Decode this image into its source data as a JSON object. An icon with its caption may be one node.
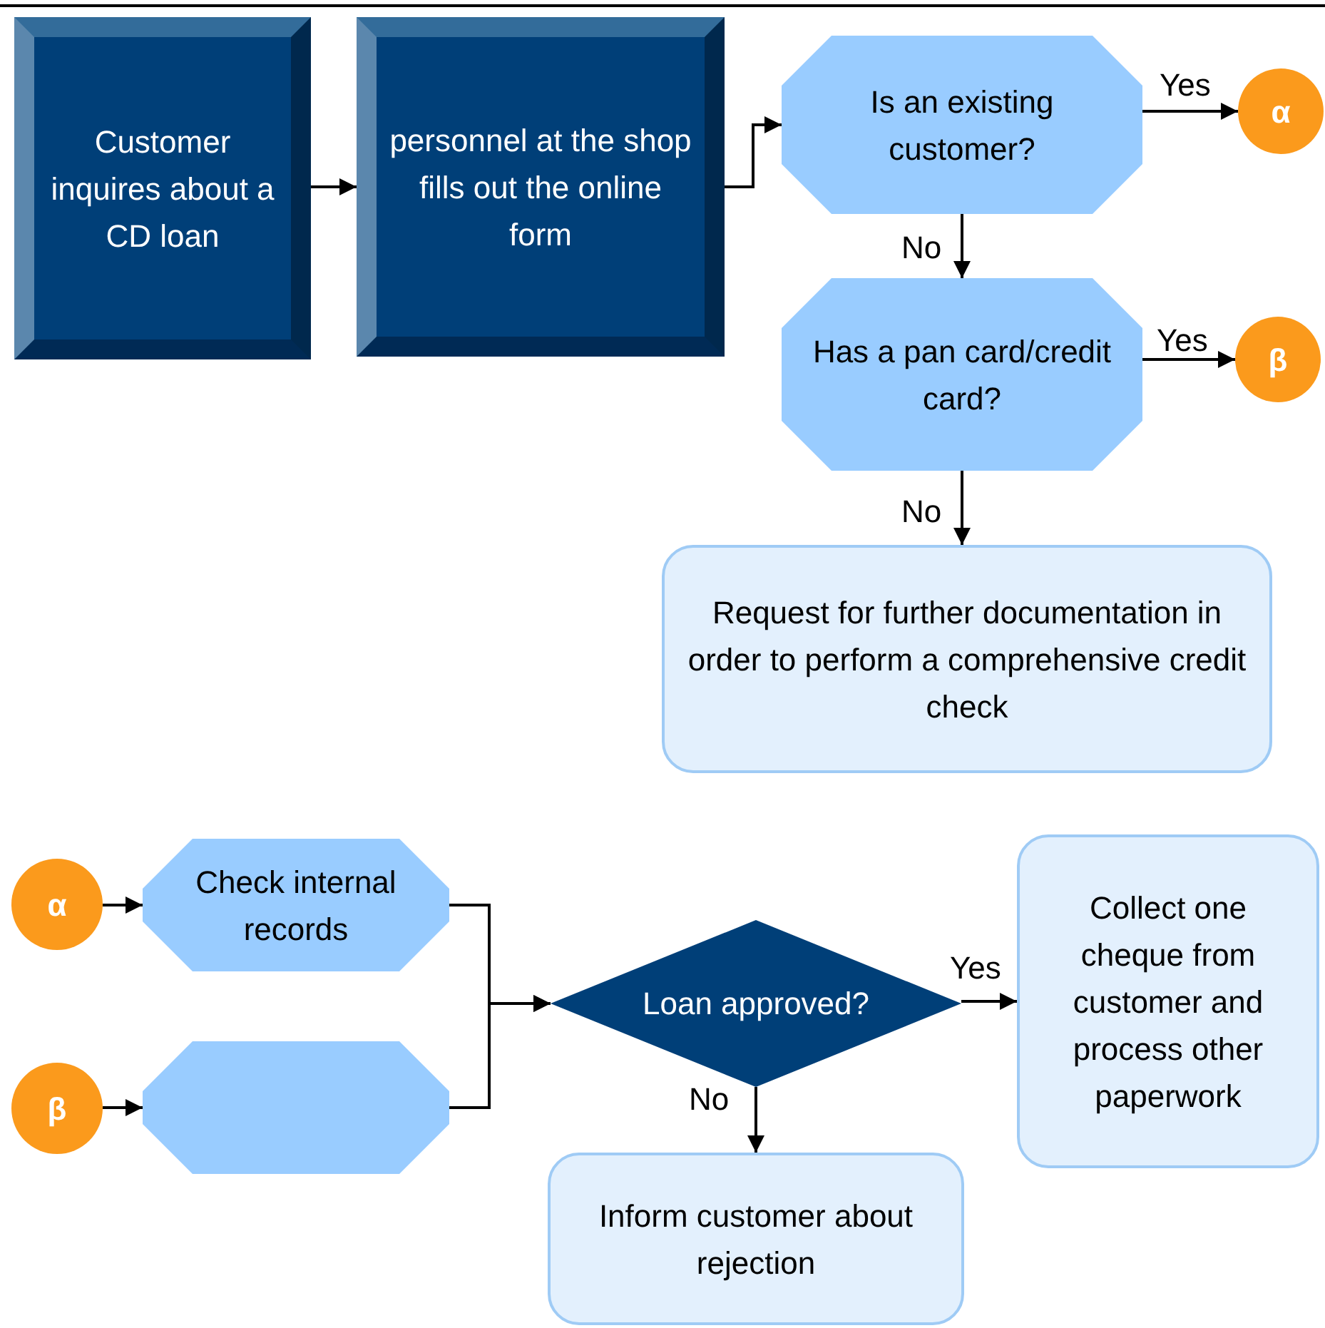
{
  "diagram": {
    "nodes": [
      {
        "text": [
          "Customer inquires about a CD loan"
        ]
      },
      {
        "text": [
          "personnel at the shop fills out the online form"
        ]
      },
      {
        "text": [
          "Is an existing customer?"
        ]
      },
      {
        "text": [
          "α"
        ]
      },
      {
        "text": [
          "Has a pan card/credit card?"
        ]
      },
      {
        "text": [
          "β"
        ]
      },
      {
        "text": [
          "Request for further documentation in order to perform a comprehensive credit check"
        ]
      },
      {
        "text": [
          "α"
        ]
      },
      {
        "text": [
          "Check internal records"
        ]
      },
      {
        "text": [
          "β"
        ]
      },
      {
        "text": [],
        "shape": "octagon"
      },
      {
        "text": [
          "Loan approved?"
        ]
      },
      {
        "text": [
          "Collect one cheque from customer and process other paperwork"
        ]
      },
      {
        "text": [
          "Inform customer about rejection"
        ]
      }
    ],
    "edges": [
      {
        "from": 0,
        "to": 1,
        "arrow": "to"
      },
      {
        "from": 1,
        "to": 2,
        "arrow": "to"
      },
      {
        "from": 2,
        "to": 3,
        "arrow": "to",
        "label": "Yes"
      },
      {
        "from": 2,
        "to": 4,
        "arrow": "to",
        "label": "No"
      },
      {
        "from": 4,
        "to": 5,
        "arrow": "to",
        "label": "Yes"
      },
      {
        "from": 4,
        "to": 6,
        "arrow": "to",
        "label": "No"
      },
      {
        "from": 7,
        "to": 8,
        "arrow": "to"
      },
      {
        "from": 9,
        "to": 10,
        "arrow": "to"
      },
      {
        "from": 8,
        "to": 11,
        "arrow": "to"
      },
      {
        "from": 10,
        "to": 11,
        "arrow": "to"
      },
      {
        "from": 11,
        "to": 12,
        "arrow": "to",
        "label": "Yes"
      },
      {
        "from": 11,
        "to": 13,
        "arrow": "to",
        "label": "No"
      }
    ]
  }
}
